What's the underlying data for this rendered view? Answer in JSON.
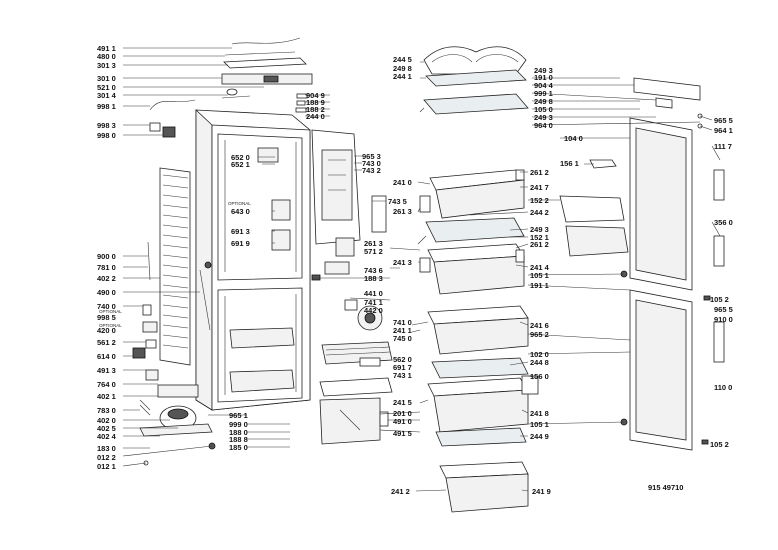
{
  "colors": {
    "ink": "#111111",
    "line": "#333333",
    "fill": "#f2f2f2"
  },
  "drawing_number": "915 49710",
  "labels": [
    {
      "id": "4911",
      "text": "491 1"
    },
    {
      "id": "4800",
      "text": "480 0"
    },
    {
      "id": "3013",
      "text": "301 3"
    },
    {
      "id": "3010",
      "text": "301 0"
    },
    {
      "id": "5210",
      "text": "521 0"
    },
    {
      "id": "3014",
      "text": "301 4"
    },
    {
      "id": "9981",
      "text": "998 1"
    },
    {
      "id": "9983",
      "text": "998 3"
    },
    {
      "id": "9980",
      "text": "998 0"
    },
    {
      "id": "9049",
      "text": "904 9"
    },
    {
      "id": "1889",
      "text": "188 9"
    },
    {
      "id": "1882",
      "text": "188 2"
    },
    {
      "id": "2440",
      "text": "244 0"
    },
    {
      "id": "2445",
      "text": "244 5"
    },
    {
      "id": "2498",
      "text": "249 8"
    },
    {
      "id": "2441",
      "text": "244 1"
    },
    {
      "id": "6520",
      "text": "652 0"
    },
    {
      "id": "6521",
      "text": "652 1"
    },
    {
      "id": "6430",
      "text": "643 0"
    },
    {
      "id": "6913",
      "text": "691 3"
    },
    {
      "id": "6919",
      "text": "691 9"
    },
    {
      "id": "9653",
      "text": "965 3"
    },
    {
      "id": "7430",
      "text": "743 0"
    },
    {
      "id": "7432",
      "text": "743 2"
    },
    {
      "id": "2410",
      "text": "241 0"
    },
    {
      "id": "7435",
      "text": "743 5"
    },
    {
      "id": "2613",
      "text": "261 3"
    },
    {
      "id": "2613b",
      "text": "261 3"
    },
    {
      "id": "5712",
      "text": "571 2"
    },
    {
      "id": "2413",
      "text": "241 3"
    },
    {
      "id": "7436",
      "text": "743 6"
    },
    {
      "id": "1883",
      "text": "188 3"
    },
    {
      "id": "4410",
      "text": "441 0"
    },
    {
      "id": "7411",
      "text": "741 1"
    },
    {
      "id": "4420",
      "text": "442 0"
    },
    {
      "id": "7410",
      "text": "741 0"
    },
    {
      "id": "2411",
      "text": "241 1"
    },
    {
      "id": "7450",
      "text": "745 0"
    },
    {
      "id": "5620",
      "text": "562 0"
    },
    {
      "id": "6917",
      "text": "691 7"
    },
    {
      "id": "7431",
      "text": "743 1"
    },
    {
      "id": "2415",
      "text": "241 5"
    },
    {
      "id": "2010",
      "text": "201 0"
    },
    {
      "id": "4910",
      "text": "491 0"
    },
    {
      "id": "4915",
      "text": "491 5"
    },
    {
      "id": "2412",
      "text": "241 2"
    },
    {
      "id": "2419",
      "text": "241 9"
    },
    {
      "id": "9000",
      "text": "900 0"
    },
    {
      "id": "7810",
      "text": "781 0"
    },
    {
      "id": "4022",
      "text": "402 2"
    },
    {
      "id": "4900",
      "text": "490 0"
    },
    {
      "id": "7400",
      "text": "740 0"
    },
    {
      "id": "9985",
      "text": "998 5"
    },
    {
      "id": "4200",
      "text": "420 0"
    },
    {
      "id": "5612",
      "text": "561 2"
    },
    {
      "id": "6140",
      "text": "614 0"
    },
    {
      "id": "4913",
      "text": "491 3"
    },
    {
      "id": "7640",
      "text": "764 0"
    },
    {
      "id": "4021",
      "text": "402 1"
    },
    {
      "id": "7830",
      "text": "783 0"
    },
    {
      "id": "4020",
      "text": "402 0"
    },
    {
      "id": "4025",
      "text": "402 5"
    },
    {
      "id": "4024",
      "text": "402 4"
    },
    {
      "id": "1830",
      "text": "183 0"
    },
    {
      "id": "0122",
      "text": "012 2"
    },
    {
      "id": "0121",
      "text": "012 1"
    },
    {
      "id": "9651",
      "text": "965 1"
    },
    {
      "id": "9990",
      "text": "999 0"
    },
    {
      "id": "1880",
      "text": "188 0"
    },
    {
      "id": "1888",
      "text": "188 8"
    },
    {
      "id": "1850",
      "text": "185 0"
    },
    {
      "id": "2493",
      "text": "249 3"
    },
    {
      "id": "1910",
      "text": "191 0"
    },
    {
      "id": "9044",
      "text": "904 4"
    },
    {
      "id": "9991",
      "text": "999 1"
    },
    {
      "id": "2498b",
      "text": "249 8"
    },
    {
      "id": "1050",
      "text": "105 0"
    },
    {
      "id": "2493b",
      "text": "249 3"
    },
    {
      "id": "9640",
      "text": "964 0"
    },
    {
      "id": "1040",
      "text": "104 0"
    },
    {
      "id": "9655",
      "text": "965 5"
    },
    {
      "id": "9641",
      "text": "964 1"
    },
    {
      "id": "1117",
      "text": "111 7"
    },
    {
      "id": "1561",
      "text": "156 1"
    },
    {
      "id": "2612",
      "text": "261 2"
    },
    {
      "id": "2417",
      "text": "241 7"
    },
    {
      "id": "1522",
      "text": "152 2"
    },
    {
      "id": "2442",
      "text": "244 2"
    },
    {
      "id": "3560",
      "text": "356 0"
    },
    {
      "id": "2493c",
      "text": "249 3"
    },
    {
      "id": "1521",
      "text": "152 1"
    },
    {
      "id": "2612b",
      "text": "261 2"
    },
    {
      "id": "2414",
      "text": "241 4"
    },
    {
      "id": "1051",
      "text": "105 1"
    },
    {
      "id": "1911",
      "text": "191 1"
    },
    {
      "id": "1052",
      "text": "105 2"
    },
    {
      "id": "9655b",
      "text": "965 5"
    },
    {
      "id": "9100",
      "text": "910 0"
    },
    {
      "id": "2416",
      "text": "241 6"
    },
    {
      "id": "9652",
      "text": "965 2"
    },
    {
      "id": "1020",
      "text": "102 0"
    },
    {
      "id": "2448",
      "text": "244 8"
    },
    {
      "id": "1560",
      "text": "156 0"
    },
    {
      "id": "1100",
      "text": "110 0"
    },
    {
      "id": "2418",
      "text": "241 8"
    },
    {
      "id": "1051b",
      "text": "105 1"
    },
    {
      "id": "2449",
      "text": "244 9"
    },
    {
      "id": "1052b",
      "text": "105 2"
    }
  ]
}
